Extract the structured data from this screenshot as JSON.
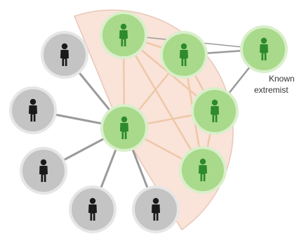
{
  "diagram": {
    "colors": {
      "sector_fill": "#fae3d9",
      "sector_stroke": "#e8c7b8",
      "cross_link": "#eec8a8",
      "link": "#9a9a9a",
      "green_node": "#a9d98a",
      "green_node_ring": "#d9efcb",
      "gray_node": "#c4c4c4",
      "gray_node_ring": "#e6e6e6",
      "green_person": "#2d8a2d",
      "gray_person": "#1a1a1a"
    },
    "nodes": [
      {
        "id": "hub",
        "kind": "green",
        "role": "hub-person-icon"
      },
      {
        "id": "g1",
        "kind": "green",
        "role": "network-person-icon"
      },
      {
        "id": "g2",
        "kind": "green",
        "role": "network-person-icon"
      },
      {
        "id": "g3",
        "kind": "green",
        "role": "known-extremist-person-icon"
      },
      {
        "id": "g4",
        "kind": "green",
        "role": "network-person-icon"
      },
      {
        "id": "g5",
        "kind": "green",
        "role": "network-person-icon"
      },
      {
        "id": "p1",
        "kind": "gray",
        "role": "contact-person-icon"
      },
      {
        "id": "p2",
        "kind": "gray",
        "role": "contact-person-icon"
      },
      {
        "id": "p3",
        "kind": "gray",
        "role": "contact-person-icon"
      },
      {
        "id": "p4",
        "kind": "gray",
        "role": "contact-person-icon"
      },
      {
        "id": "p5",
        "kind": "gray",
        "role": "contact-person-icon"
      }
    ],
    "label": {
      "line1": "Known",
      "line2": "extremist"
    }
  }
}
